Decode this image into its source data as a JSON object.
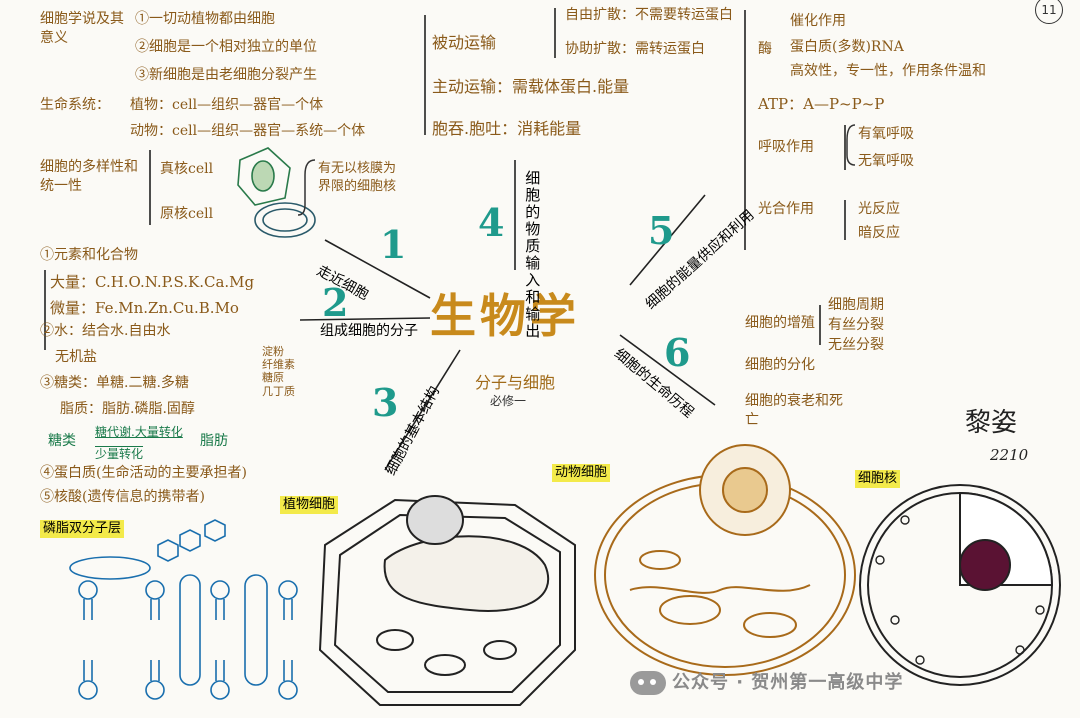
{
  "page_number": "11",
  "title": "生物学",
  "subtitle": "分子与细胞",
  "subtitle2": "必修一",
  "signature": {
    "name": "黎姿",
    "class": "2210"
  },
  "watermark": "公众号 · 贺州第一高级中学",
  "branches": [
    {
      "num": "1",
      "label": "走近细胞"
    },
    {
      "num": "2",
      "label": "组成细胞的分子"
    },
    {
      "num": "3",
      "label": "细胞的基本结构"
    },
    {
      "num": "4",
      "label": "细胞的物质输入和输出"
    },
    {
      "num": "5",
      "label": "细胞的能量供应和利用"
    },
    {
      "num": "6",
      "label": "细胞的生命历程"
    }
  ],
  "section1": {
    "cell_theory_label": "细胞学说及其意义",
    "cell_theory_items": [
      "①一切动植物都由细胞",
      "②细胞是一个相对独立的单位",
      "③新细胞是由老细胞分裂产生"
    ],
    "levels_label": "生命系统：",
    "levels_plant": "植物：cell—组织—器官—个体",
    "levels_animal": "动物：cell—组织—器官—系统—个体",
    "diversity_label": "细胞的多样性和统一性",
    "eukaryote": "真核cell",
    "prokaryote": "原核cell",
    "nucleus_note": "有无以核膜为界限的细胞核"
  },
  "section2": {
    "elements_title": "①元素和化合物",
    "macro": "大量：C.H.O.N.P.S.K.Ca.Mg",
    "micro": "微量：Fe.Mn.Zn.Cu.B.Mo",
    "water": "②水：结合水.自由水",
    "inorganic_salt": "无机盐",
    "sugar": "③糖类：单糖.二糖.多糖",
    "lipid": "脂质：脂肪.磷脂.固醇",
    "starch_note": "淀粉 纤维素 糖原 几丁质",
    "sugar_fat_left": "糖类",
    "sugar_fat_mid1": "糖代谢.大量转化",
    "sugar_fat_mid2": "少量转化",
    "sugar_fat_right": "脂肪",
    "protein": "④蛋白质(生命活动的主要承担者)",
    "nucleic": "⑤核酸(遗传信息的携带者)"
  },
  "section3": {
    "bilayer_label": "磷脂双分子层",
    "plant_cell_label": "植物细胞",
    "animal_cell_label": "动物细胞",
    "nucleus_label": "细胞核"
  },
  "section4": {
    "passive": "被动运输",
    "simple_diffusion": "自由扩散：不需要转运蛋白",
    "facilitated": "协助扩散：需转运蛋白",
    "active": "主动运输：需载体蛋白.能量",
    "endo_exo": "胞吞.胞吐：消耗能量"
  },
  "section5": {
    "enzyme_label": "酶",
    "enzyme_role": "催化作用",
    "enzyme_nature": "蛋白质(多数)RNA",
    "enzyme_traits": "高效性，专一性，作用条件温和",
    "atp": "ATP：A—P~P~P",
    "respiration": "呼吸作用",
    "aerobic": "有氧呼吸",
    "anaerobic": "无氧呼吸",
    "photosynthesis": "光合作用",
    "light": "光反应",
    "dark": "暗反应"
  },
  "section6": {
    "proliferation": "细胞的增殖",
    "cycle": "细胞周期",
    "mitosis": "有丝分裂",
    "amitosis": "无丝分裂",
    "differentiation": "细胞的分化",
    "aging": "细胞的衰老和死亡"
  },
  "colors": {
    "ink": "#8a5a1a",
    "highlight": "#f3ea4a",
    "teal": "#1f9a8c",
    "title": "#c88a1c"
  }
}
